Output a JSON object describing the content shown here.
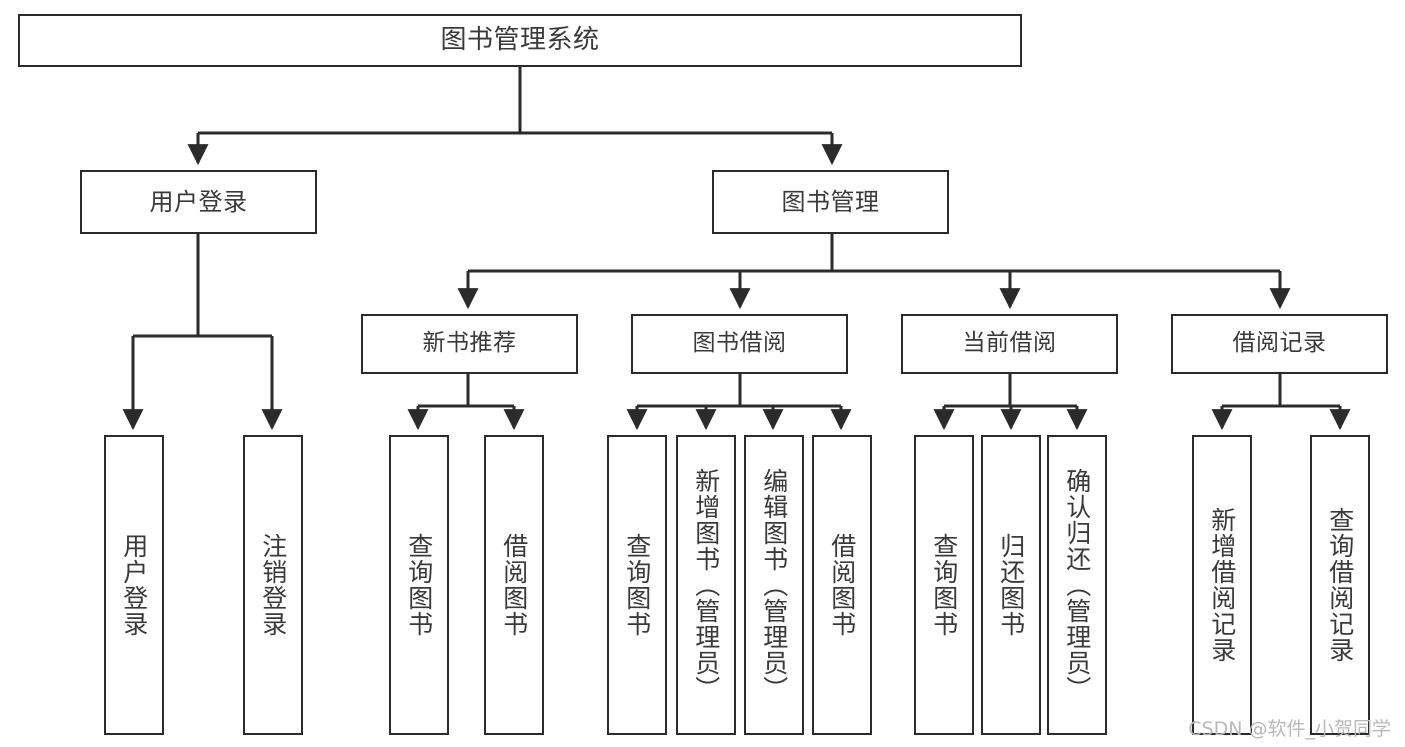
{
  "diagram": {
    "title": "图书管理系统",
    "type": "tree",
    "watermark": "CSDN @软件_小贺同学",
    "colors": {
      "stroke": "#2b2b2b",
      "text": "#3a3a3a",
      "background": "#ffffff",
      "watermark": "#b9b9b9"
    },
    "nodes": {
      "root": {
        "label": "图书管理系统",
        "level": 0
      },
      "user_login": {
        "label": "用户登录",
        "level": 1
      },
      "book_manage": {
        "label": "图书管理",
        "level": 1
      },
      "new_book_rec": {
        "label": "新书推荐",
        "level": 2
      },
      "book_borrow": {
        "label": "图书借阅",
        "level": 2
      },
      "current_borrow": {
        "label": "当前借阅",
        "level": 2
      },
      "borrow_record": {
        "label": "借阅记录",
        "level": 2
      },
      "leaf_1": {
        "label": "用户登录",
        "level": 3
      },
      "leaf_2": {
        "label": "注销登录",
        "level": 3
      },
      "leaf_3": {
        "label": "查询图书",
        "level": 3
      },
      "leaf_4": {
        "label": "借阅图书",
        "level": 3
      },
      "leaf_5": {
        "label": "查询图书",
        "level": 3
      },
      "leaf_6": {
        "label": "新增图书（管理员）",
        "level": 3
      },
      "leaf_7": {
        "label": "编辑图书（管理员）",
        "level": 3
      },
      "leaf_8": {
        "label": "借阅图书",
        "level": 3
      },
      "leaf_9": {
        "label": "查询图书",
        "level": 3
      },
      "leaf_10": {
        "label": "归还图书",
        "level": 3
      },
      "leaf_11": {
        "label": "确认归还（管理员）",
        "level": 3
      },
      "leaf_12": {
        "label": "新增借阅记录",
        "level": 3
      },
      "leaf_13": {
        "label": "查询借阅记录",
        "level": 3
      }
    },
    "edges": [
      {
        "from": "root",
        "to": "user_login"
      },
      {
        "from": "root",
        "to": "book_manage"
      },
      {
        "from": "user_login",
        "to": "leaf_1"
      },
      {
        "from": "user_login",
        "to": "leaf_2"
      },
      {
        "from": "book_manage",
        "to": "new_book_rec"
      },
      {
        "from": "book_manage",
        "to": "book_borrow"
      },
      {
        "from": "book_manage",
        "to": "current_borrow"
      },
      {
        "from": "book_manage",
        "to": "borrow_record"
      },
      {
        "from": "new_book_rec",
        "to": "leaf_3"
      },
      {
        "from": "new_book_rec",
        "to": "leaf_4"
      },
      {
        "from": "book_borrow",
        "to": "leaf_5"
      },
      {
        "from": "book_borrow",
        "to": "leaf_6"
      },
      {
        "from": "book_borrow",
        "to": "leaf_7"
      },
      {
        "from": "book_borrow",
        "to": "leaf_8"
      },
      {
        "from": "current_borrow",
        "to": "leaf_9"
      },
      {
        "from": "current_borrow",
        "to": "leaf_10"
      },
      {
        "from": "current_borrow",
        "to": "leaf_11"
      },
      {
        "from": "borrow_record",
        "to": "leaf_12"
      },
      {
        "from": "borrow_record",
        "to": "leaf_13"
      }
    ]
  }
}
